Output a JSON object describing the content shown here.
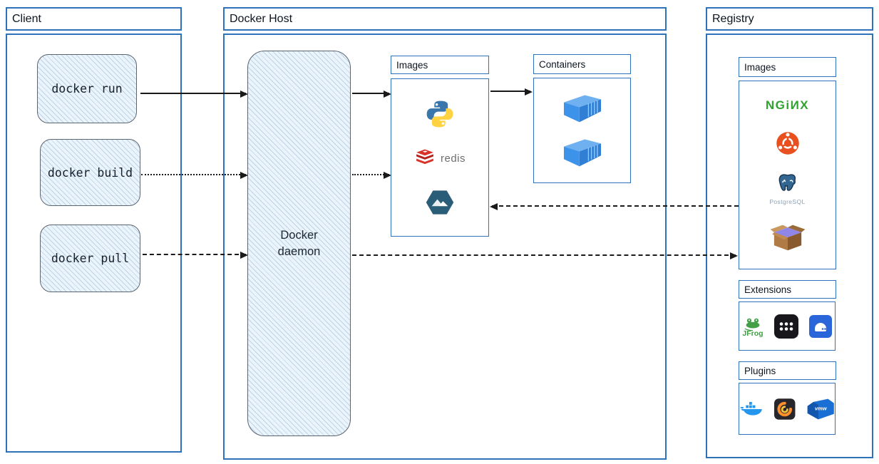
{
  "client": {
    "title": "Client",
    "commands": [
      {
        "label": "docker run",
        "arrow_style": "solid"
      },
      {
        "label": "docker build",
        "arrow_style": "dotted"
      },
      {
        "label": "docker pull",
        "arrow_style": "dashed"
      }
    ]
  },
  "host": {
    "title": "Docker Host",
    "daemon_label": "Docker daemon",
    "images": {
      "title": "Images",
      "items": [
        "python",
        "redis",
        "alpine"
      ],
      "redis_label": "redis"
    },
    "containers": {
      "title": "Containers",
      "container_count": 2
    }
  },
  "registry": {
    "title": "Registry",
    "images": {
      "title": "Images",
      "items": [
        "nginx",
        "ubuntu",
        "postgresql",
        "package-box"
      ],
      "nginx_label": "NGiИX",
      "postgresql_label": "PostgreSQL"
    },
    "extensions": {
      "title": "Extensions",
      "items": [
        "jfrog",
        "app-grid",
        "disk-usage"
      ],
      "jfrog_label": "JFrog"
    },
    "plugins": {
      "title": "Plugins",
      "items": [
        "docker-whale",
        "grafana",
        "vmware"
      ],
      "vmware_label": "vmw"
    }
  },
  "colors": {
    "panel_border": "#2e72bb",
    "sketch_fill": "#ecf4fb",
    "arrow": "#1a1a1a",
    "nginx_green": "#2ea32e",
    "ubuntu_orange": "#e8501f",
    "redis_red": "#d8332a",
    "python_blue": "#3876ab",
    "python_yellow": "#ffd242",
    "alpine_teal": "#2a5d77",
    "container_blue": "#3d93ea",
    "docker_blue": "#2496ed"
  }
}
